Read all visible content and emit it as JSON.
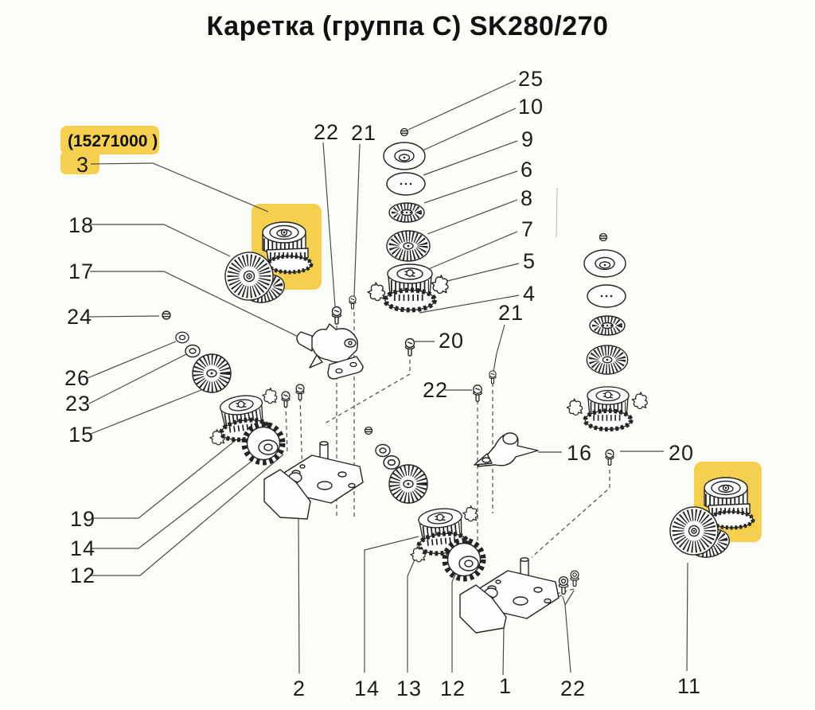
{
  "title": "Каретка (группа C) SK280/270",
  "highlight_label": {
    "part_code": "(15271000 )"
  },
  "colors": {
    "highlight": "#f5d04f",
    "ink": "#222222",
    "leader": "#4a4a4a",
    "background": "#fcfcf9"
  },
  "callouts": [
    {
      "label": "25"
    },
    {
      "label": "10"
    },
    {
      "label": "9"
    },
    {
      "label": "6"
    },
    {
      "label": "8"
    },
    {
      "label": "7"
    },
    {
      "label": "5"
    },
    {
      "label": "4"
    },
    {
      "label": "22"
    },
    {
      "label": "21"
    },
    {
      "label": "3"
    },
    {
      "label": "18"
    },
    {
      "label": "17"
    },
    {
      "label": "24"
    },
    {
      "label": "26"
    },
    {
      "label": "23"
    },
    {
      "label": "15"
    },
    {
      "label": "19"
    },
    {
      "label": "14"
    },
    {
      "label": "12"
    },
    {
      "label": "20"
    },
    {
      "label": "22"
    },
    {
      "label": "21"
    },
    {
      "label": "16"
    },
    {
      "label": "20"
    },
    {
      "label": "2"
    },
    {
      "label": "14"
    },
    {
      "label": "13"
    },
    {
      "label": "12"
    },
    {
      "label": "1"
    },
    {
      "label": "22"
    },
    {
      "label": "11"
    }
  ]
}
